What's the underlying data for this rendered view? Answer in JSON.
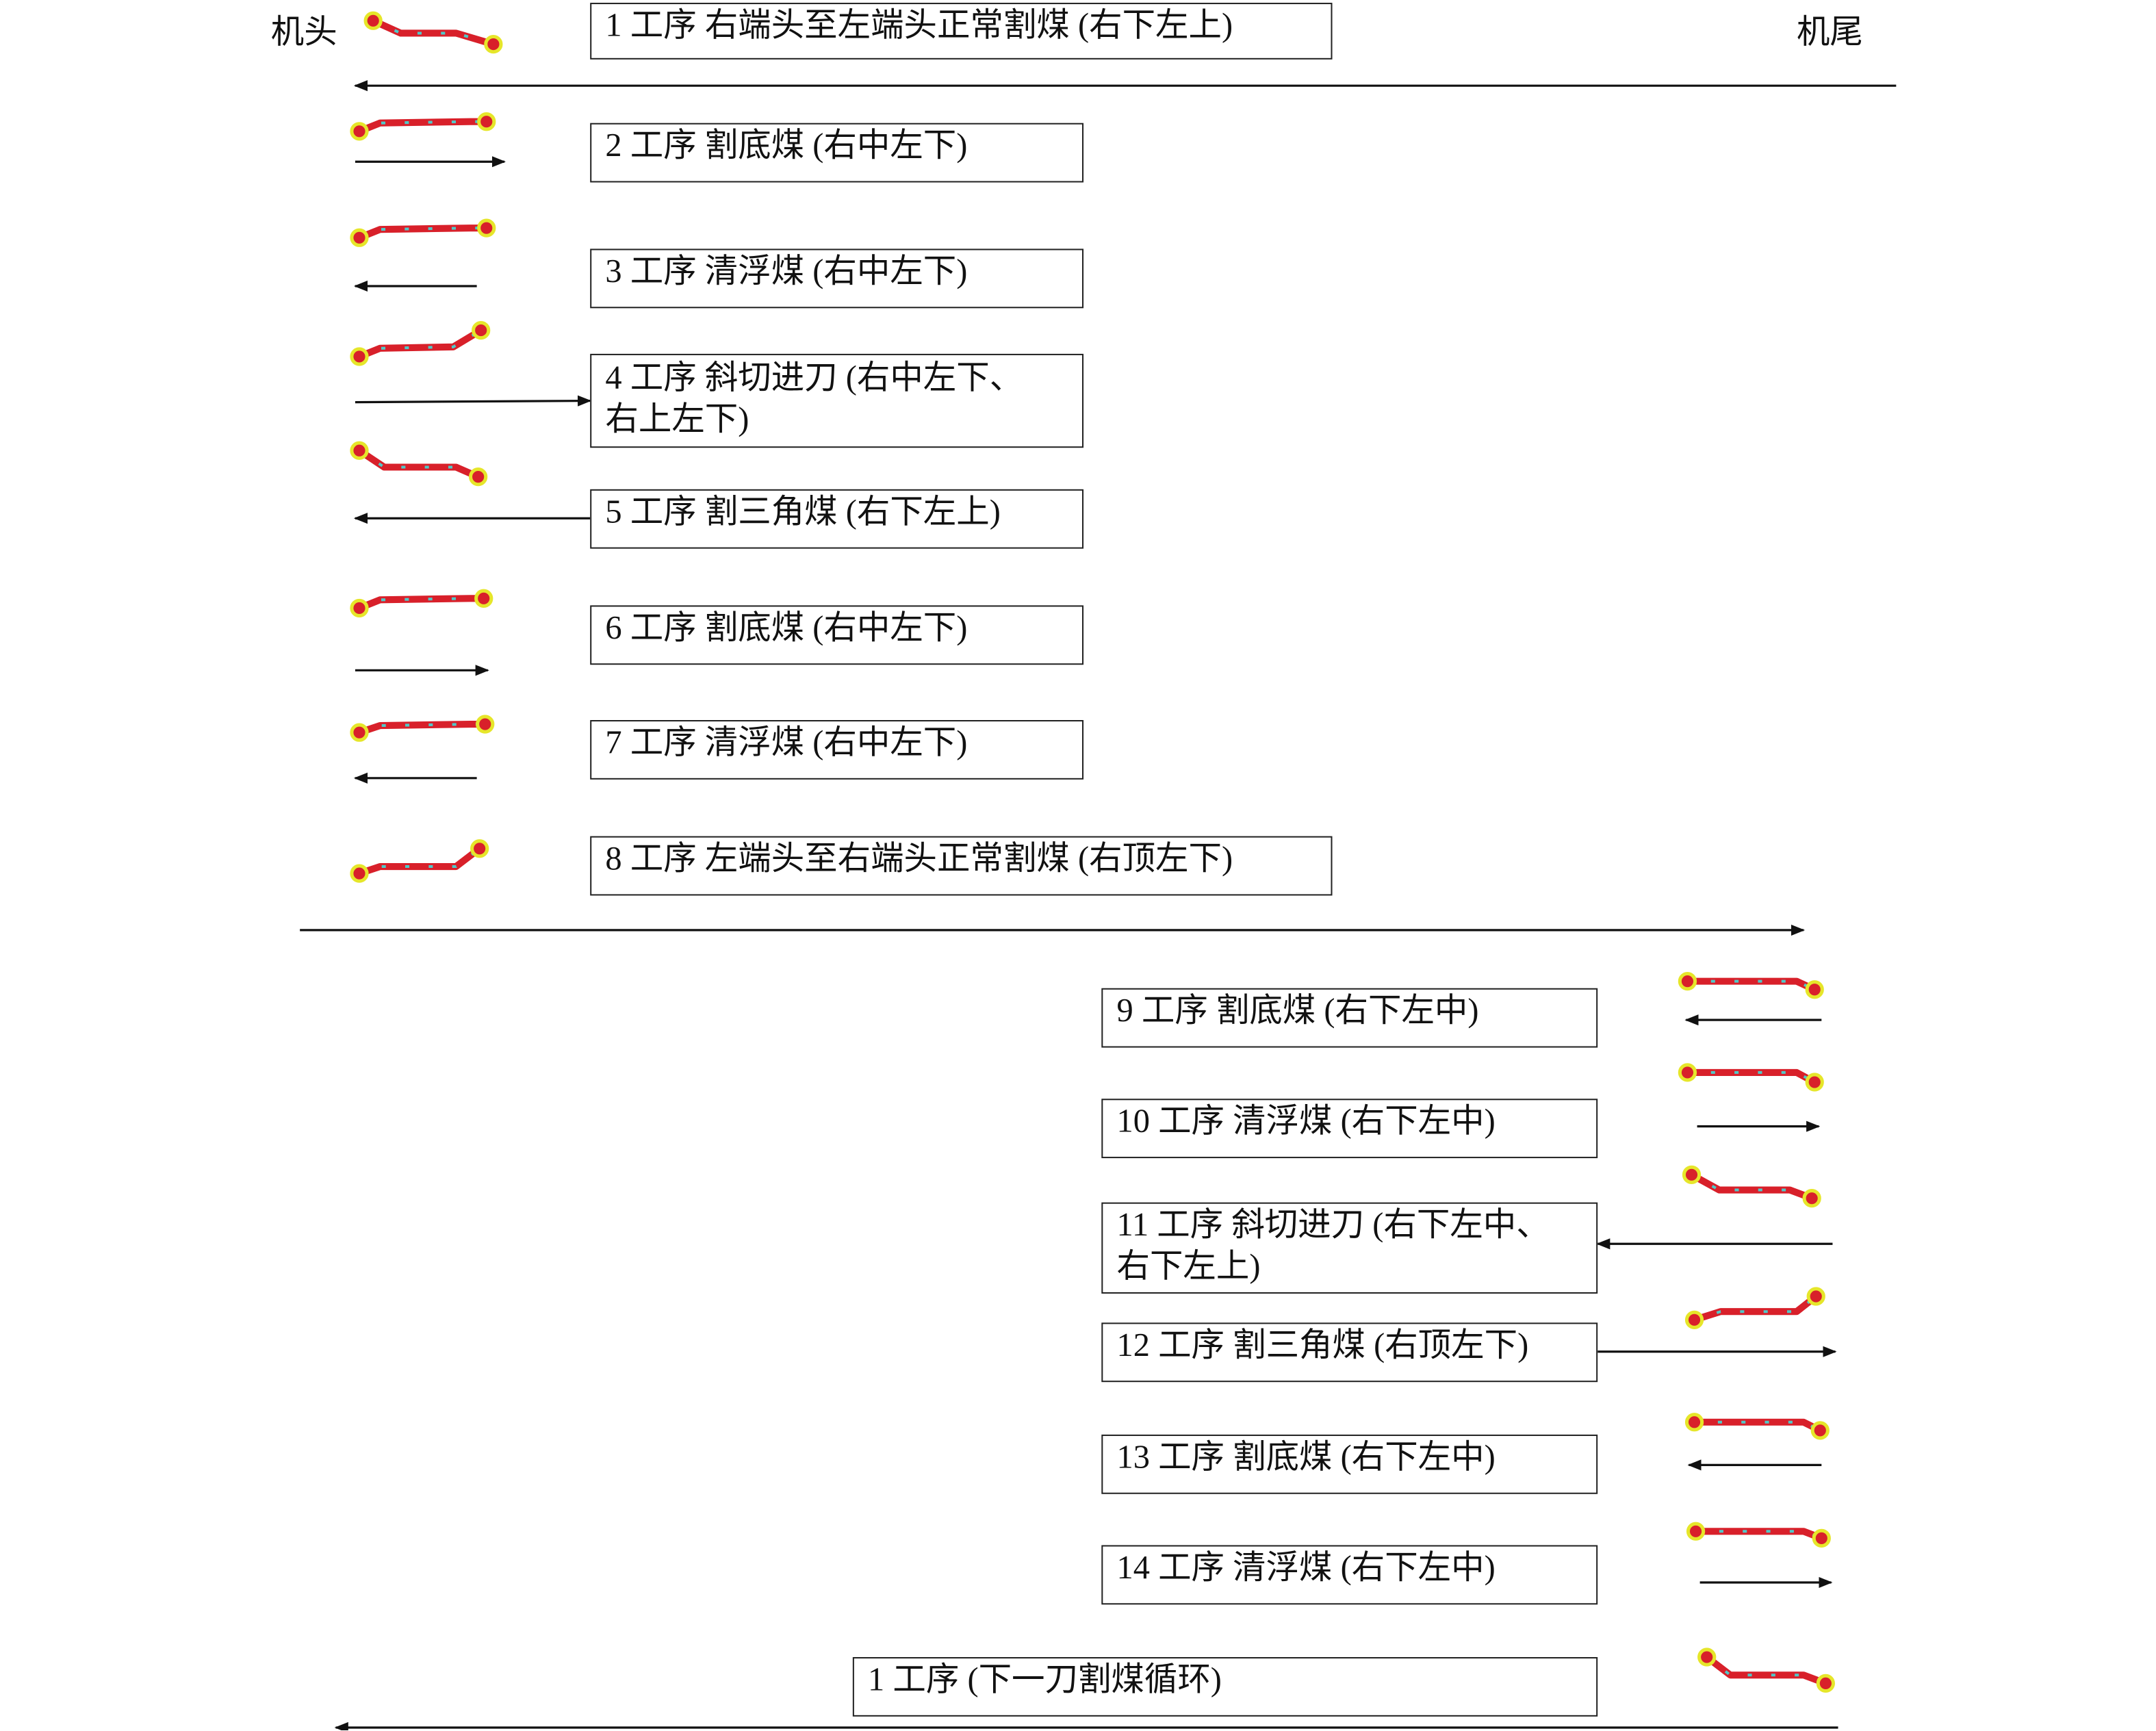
{
  "header": {
    "head_label": "机头",
    "tail_label": "机尾"
  },
  "steps": [
    {
      "label": "1 工序 右端头至左端头正常割煤 (右下左上)",
      "direction": "left"
    },
    {
      "label": "2 工序 割底煤 (右中左下)",
      "direction": "right"
    },
    {
      "label": "3 工序 清浮煤 (右中左下)",
      "direction": "left"
    },
    {
      "label": "4 工序 斜切进刀 (右中左下、\n右上左下)",
      "direction": "right"
    },
    {
      "label": "5 工序 割三角煤 (右下左上)",
      "direction": "left"
    },
    {
      "label": "6 工序 割底煤 (右中左下)",
      "direction": "right"
    },
    {
      "label": "7 工序 清浮煤 (右中左下)",
      "direction": "left"
    },
    {
      "label": "8 工序 左端头至右端头正常割煤 (右顶左下)",
      "direction": "right"
    },
    {
      "label": "9 工序 割底煤 (右下左中)",
      "direction": "left"
    },
    {
      "label": "10 工序 清浮煤 (右下左中)",
      "direction": "right"
    },
    {
      "label": "11 工序 斜切进刀 (右下左中、\n右下左上)",
      "direction": "left"
    },
    {
      "label": "12 工序 割三角煤 (右顶左下)",
      "direction": "right"
    },
    {
      "label": "13 工序 割底煤 (右下左中)",
      "direction": "left"
    },
    {
      "label": "14 工序 清浮煤 (右下左中)",
      "direction": "right"
    },
    {
      "label": "1 工序 (下一刀割煤循环)",
      "direction": "left"
    }
  ],
  "colors": {
    "shearer_body": "#d8202a",
    "drum_ring": "#e6e62a",
    "joint": "#4fc9c9",
    "line": "#111111"
  }
}
